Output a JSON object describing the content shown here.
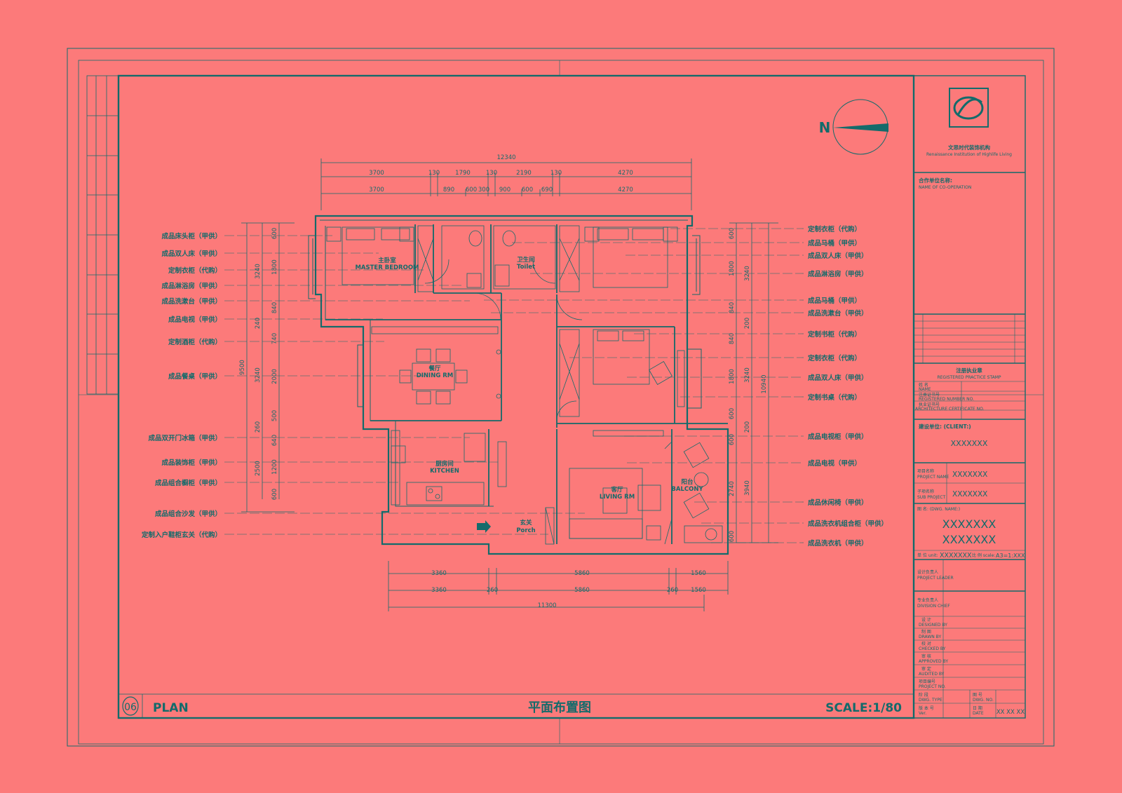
{
  "sheet": {
    "number": "06",
    "type": "PLAN",
    "title": "平面布置图",
    "scale": "SCALE:1/80"
  },
  "north": "N",
  "top_dims": {
    "overall": "12340",
    "row1": [
      "3700",
      "130",
      "1790",
      "130",
      "2190",
      "130",
      "4270"
    ],
    "row2": [
      "3700",
      "890",
      "600",
      "300",
      "900",
      "600",
      "690",
      "4270"
    ]
  },
  "bottom_dims": {
    "row1": [
      "3360",
      "5860",
      "1560"
    ],
    "row2": [
      "3360",
      "260",
      "5860",
      "260",
      "1560"
    ],
    "overall": "11300"
  },
  "left_dims": {
    "overall": "9500",
    "outer": [
      "3240",
      "240",
      "3240",
      "260",
      "2500"
    ],
    "inner": [
      "600",
      "1800",
      "840",
      "740",
      "2000",
      "500",
      "640",
      "1200",
      "600"
    ]
  },
  "right_dims": {
    "overall": "10940",
    "outer": [
      "3240",
      "200",
      "3240",
      "200",
      "3940"
    ],
    "inner": [
      "600",
      "1800",
      "840",
      "840",
      "1800",
      "600",
      "600",
      "2740",
      "600"
    ]
  },
  "left_labels": [
    "成品床头柜（甲供）",
    "成品双人床（甲供）",
    "定制衣柜（代购）",
    "成品淋浴房（甲供）",
    "成品洗漱台（甲供）",
    "成品电视（甲供）",
    "定制酒柜（代购）",
    "成品餐桌（甲供）",
    "成品双开门冰箱（甲供）",
    "成品装饰柜（甲供）",
    "成品组合橱柜（甲供）",
    "成品组合沙发（甲供）",
    "定制入户鞋柜玄关（代购）"
  ],
  "right_labels": [
    "定制衣柜（代购）",
    "成品马桶（甲供）",
    "成品双人床（甲供）",
    "成品淋浴房（甲供）",
    "成品马桶（甲供）",
    "成品洗漱台（甲供）",
    "定制书柜（代购）",
    "定制衣柜（代购）",
    "成品双人床（甲供）",
    "定制书桌（代购）",
    "成品电视柜（甲供）",
    "成品电视（甲供）",
    "成品休闲椅（甲供）",
    "成品洗衣机组合柜（甲供）",
    "成品洗衣机（甲供）"
  ],
  "rooms": {
    "master": {
      "cn": "主卧室",
      "en": "MASTER BEDROOM"
    },
    "toilet": {
      "cn": "卫生间",
      "en": "Toilet"
    },
    "dining": {
      "cn": "餐厅",
      "en": "DINING RM"
    },
    "kitchen": {
      "cn": "厨房间",
      "en": "KITCHEN"
    },
    "living": {
      "cn": "客厅",
      "en": "LIVING RM"
    },
    "balcony": {
      "cn": "阳台",
      "en": "BALCONY"
    },
    "porch": {
      "cn": "玄关",
      "en": "Porch"
    }
  },
  "title_block": {
    "company_cn": "文思时代装饰机构",
    "company_en": "Renaissance Institution of Highlife Living",
    "cooperation_cn": "合作单位名称:",
    "cooperation_en": "NAME OF CO-OPERATION",
    "stamp_cn": "注册执业章",
    "stamp_en": "REGISTERED PRACTICE STAMP",
    "name_cn": "姓  名",
    "name_en": "NAME",
    "reg_cn": "注册证书号",
    "reg_en": "REGISTERED NUMBER NO.",
    "cert_cn": "执业证书号",
    "cert_en": "ARCHITECTURE CERTIFICATE NO.",
    "client_label": "建设单位: (CLIENT:)",
    "client_value": "XXXXXXX",
    "project_cn": "项目名称",
    "project_en": "PROJECT NAME",
    "project_value": "XXXXXXX",
    "subitem_cn": "子项名称",
    "subitem_en": "SUB PROJECT",
    "subitem_value": "XXXXXXX",
    "drawing_label": "图  名: (DWG. NAME:)",
    "drawing_value_1": "XXXXXXX",
    "drawing_value_2": "XXXXXXX",
    "unit_label": "单 位 unit:",
    "unit_value": "XXXXXXX",
    "scale_label": "比 例 scale:",
    "scale_value": "A3=1:XXX",
    "leader_cn": "设计负责人",
    "leader_en": "PROJECT LEADER",
    "chief_cn": "专业负责人",
    "chief_en": "DIVISION CHIEF",
    "designed_cn": "设  计",
    "designed_en": "DESIGNED BY",
    "drawn_cn": "制  图",
    "drawn_en": "DRAWN BY",
    "checked_cn": "校  对",
    "checked_en": "CHECKED BY",
    "approved_cn": "审  核",
    "approved_en": "APPROVED BY",
    "audited_cn": "审  定",
    "audited_en": "AUDITED BY",
    "project_no_cn": "项目编号",
    "project_no_en": "PROJECT NO.",
    "stage_cn": "阶  段",
    "stage_en": "DWG. TYPE",
    "version_cn": "版 本 号",
    "version_en": "Ver.",
    "sheet_no_cn": "图  号",
    "sheet_no_en": "DWG. NO.",
    "date_cn": "日  期",
    "date_en": "DATE",
    "date_value": "XX XX XX"
  }
}
